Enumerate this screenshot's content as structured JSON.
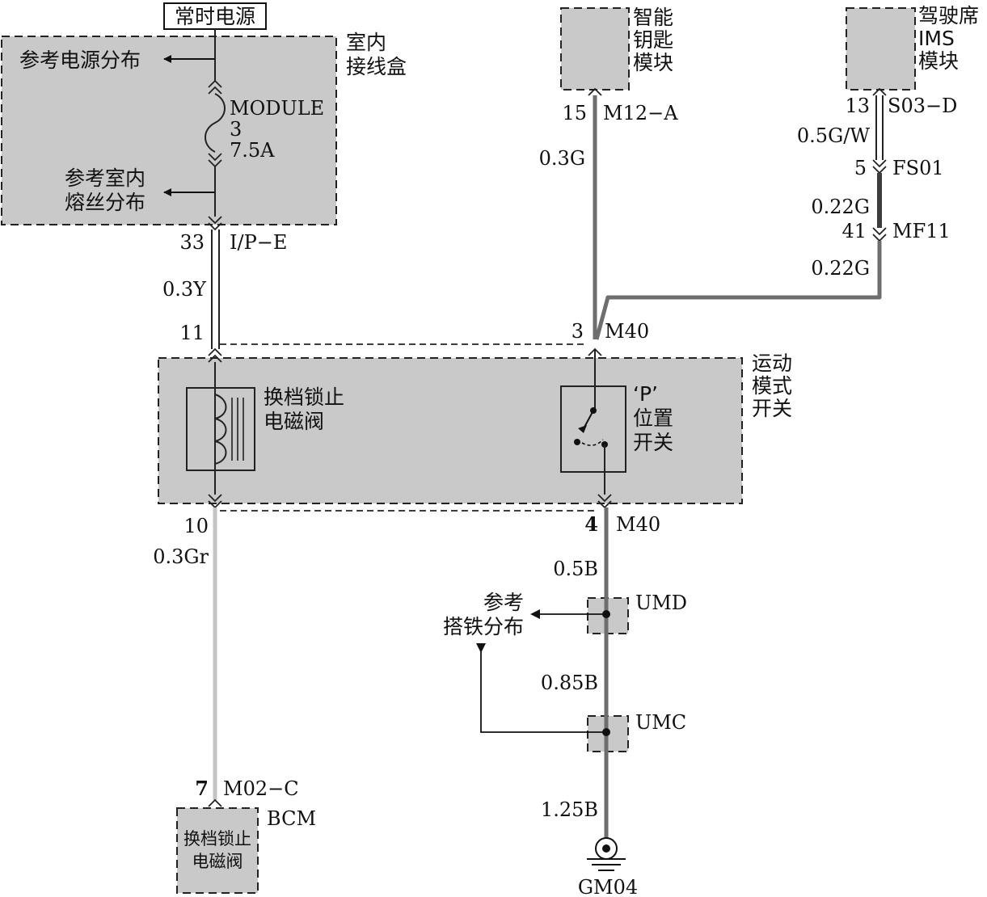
{
  "power_source": {
    "label": "常时电源"
  },
  "interior_junction_box": {
    "name": "室内\n接线盒",
    "ref_power": "参考电源分布",
    "fuse": {
      "name": "MODULE",
      "number": "3",
      "rating": "7.5A"
    },
    "ref_fuse": "参考室内\n熔丝分布"
  },
  "smart_key_module": {
    "name": "智能\n钥匙\n模块"
  },
  "ims_module": {
    "name": "驾驶席\nIMS\n模块"
  },
  "sport_mode_switch": {
    "name": "运动\n模式\n开关",
    "solenoid": "换档锁止\n电磁阀",
    "p_switch": "‘P’\n位置\n开关"
  },
  "bcm": {
    "name": "BCM",
    "content": "换档锁止\n电磁阀"
  },
  "ground": {
    "ref": "参考\n搭铁分布",
    "points": [
      "UMD",
      "UMC"
    ],
    "terminal": "GM04"
  },
  "connectors": {
    "ipe_pin": "33",
    "ipe": "I/P−E",
    "sw_pin11": "11",
    "sw_pin10": "10",
    "m12a_pin": "15",
    "m12a": "M12−A",
    "m40_pin3": "3",
    "m40_top": "M40",
    "m40_pin4": "4",
    "m40_bot": "M40",
    "s03d_pin": "13",
    "s03d": "S03−D",
    "fs01_pin": "5",
    "fs01": "FS01",
    "mf11_pin": "41",
    "mf11": "MF11",
    "m02c_pin": "7",
    "m02c": "M02−C"
  },
  "wires": {
    "w1": "0.3Y",
    "w2": "0.3Gr",
    "w3": "0.3G",
    "w4": "0.5G/W",
    "w5": "0.22G",
    "w6": "0.22G",
    "w7": "0.5B",
    "w8": "0.85B",
    "w9": "1.25B"
  },
  "colors": {
    "box_fill": "#c9c9c9",
    "wire_gray": "#6e6e6e",
    "wire_light_gray": "#c4c4c4",
    "wire_dark": "#3c3c3c"
  }
}
